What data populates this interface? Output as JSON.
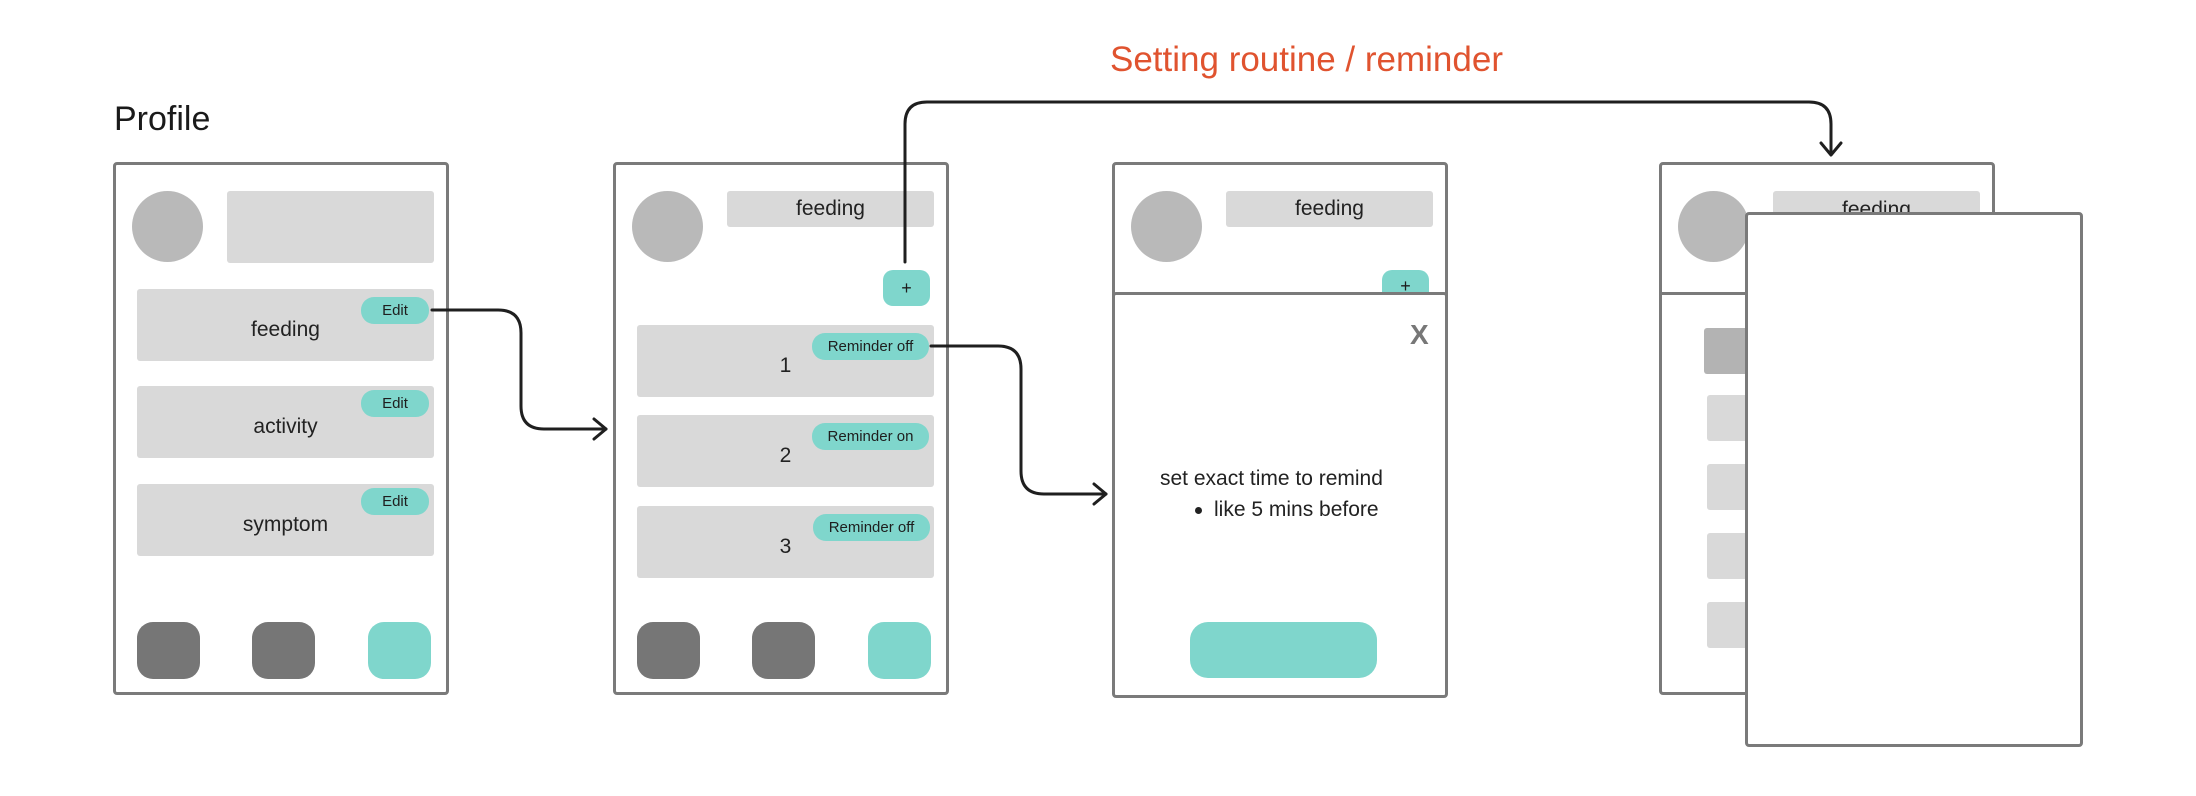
{
  "section_title": "Profile",
  "flow_title": "Setting routine / reminder",
  "screen1": {
    "rows": [
      {
        "label": "feeding",
        "action": "Edit"
      },
      {
        "label": "activity",
        "action": "Edit"
      },
      {
        "label": "symptom",
        "action": "Edit"
      }
    ]
  },
  "screen2": {
    "header": "feeding",
    "add_label": "+",
    "rows": [
      {
        "label": "1",
        "action": "Reminder off"
      },
      {
        "label": "2",
        "action": "Reminder on"
      },
      {
        "label": "3",
        "action": "Reminder off"
      }
    ]
  },
  "screen3": {
    "header": "feeding",
    "add_label": "+",
    "modal": {
      "close": "X",
      "text": "set exact time to remind",
      "bullet": "like 5 mins before"
    }
  },
  "screen4": {
    "header": "feeding"
  },
  "colors": {
    "accent": "#7fd6cc",
    "flow_title": "#e0532f",
    "frame": "#7a7a7a",
    "placeholder": "#d9d9d9"
  }
}
